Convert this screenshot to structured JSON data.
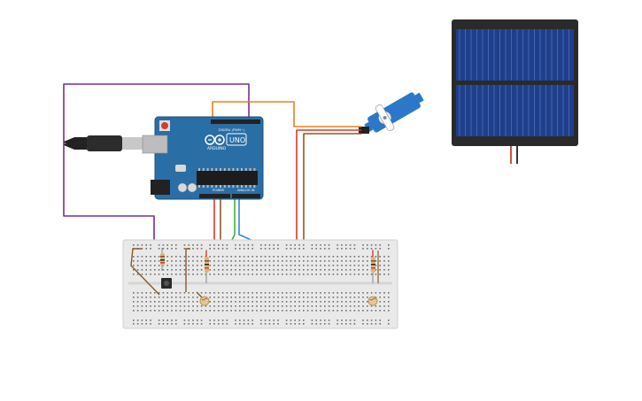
{
  "arduino": {
    "logo_text": "ARDUINO",
    "model_text": "UNO",
    "power_header_label": "POWER",
    "analog_header_label": "ANALOG IN",
    "digital_header_label": "DIGITAL (PWM~)"
  },
  "colors": {
    "board": "#2a6ea6",
    "board_dark": "#1d4f78",
    "wire_purple": "#7a2f8f",
    "wire_orange": "#e8821e",
    "wire_red": "#d83a2a",
    "wire_brown": "#8a5a2b",
    "wire_green": "#3fae3a",
    "wire_blue": "#2a8fd6",
    "breadboard": "#e9e9e9",
    "solar_cell": "#1f3f8a",
    "servo": "#2b78c8"
  },
  "icons": {
    "usb_cable": "usb-cable-icon",
    "servo": "servo-motor-icon",
    "solar": "solar-panel-icon",
    "ldr": "photoresistor-icon",
    "resistor": "resistor-icon",
    "button": "pushbutton-icon"
  }
}
